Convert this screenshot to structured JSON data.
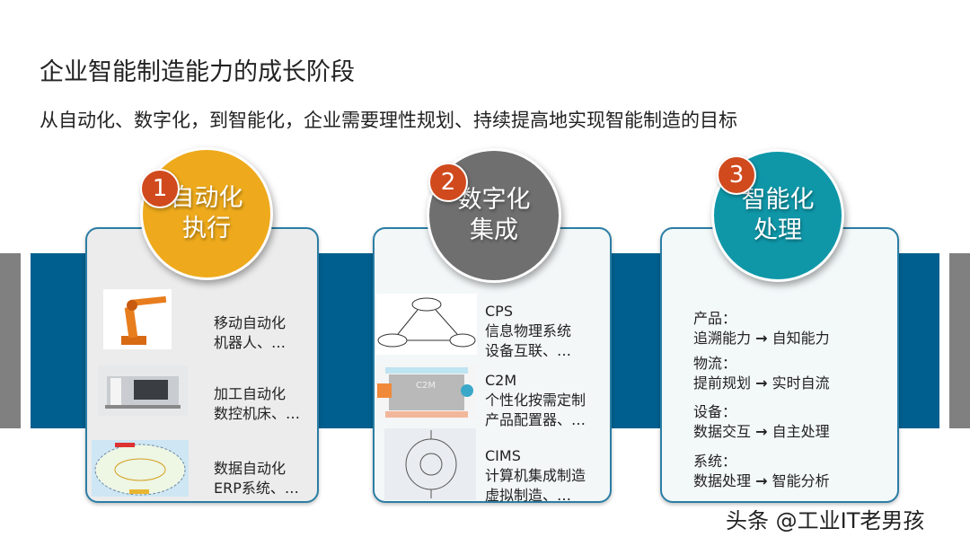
{
  "title": "企业智能制造能力的成长阶段",
  "subtitle": "从自动化、数字化，到智能化，企业需要理性规划、持续提高地实现智能制造的目标",
  "colors": {
    "band": "#005f8f",
    "stage1": "#eeaa1c",
    "stage2": "#6f6f6f",
    "stage3": "#0f97a8",
    "badge": "#d04a1e"
  },
  "stages": [
    {
      "number": "1",
      "line1": "自动化",
      "line2": "执行",
      "items": [
        {
          "image": "industrial-robot-arm",
          "line1": "移动自动化",
          "line2": "机器人、…"
        },
        {
          "image": "cnc-machine",
          "line1": "加工自动化",
          "line2": "数控机床、…"
        },
        {
          "image": "erp-diagram",
          "line1": "数据自动化",
          "line2": "ERP系统、…"
        }
      ]
    },
    {
      "number": "2",
      "line1": "数字化",
      "line2": "集成",
      "items": [
        {
          "image": "cps-diagram",
          "head": "CPS",
          "line1": "信息物理系统",
          "line2": "设备互联、…"
        },
        {
          "image": "c2m-diagram",
          "head": "C2M",
          "line1": "个性化按需定制",
          "line2": "产品配置器、…"
        },
        {
          "image": "cims-diagram",
          "head": "CIMS",
          "line1": "计算机集成制造",
          "line2": "虚拟制造、…"
        }
      ]
    },
    {
      "number": "3",
      "line1": "智能化",
      "line2": "处理",
      "items": [
        {
          "label": "产品：",
          "from": "追溯能力",
          "to": "自知能力"
        },
        {
          "label": "物流：",
          "from": "提前规划",
          "to": "实时自流"
        },
        {
          "label": "设备：",
          "from": "数据交互",
          "to": "自主处理"
        },
        {
          "label": "系统：",
          "from": "数据处理",
          "to": "智能分析"
        }
      ]
    }
  ],
  "arrow": "→",
  "watermark": "头条 @工业IT老男孩"
}
